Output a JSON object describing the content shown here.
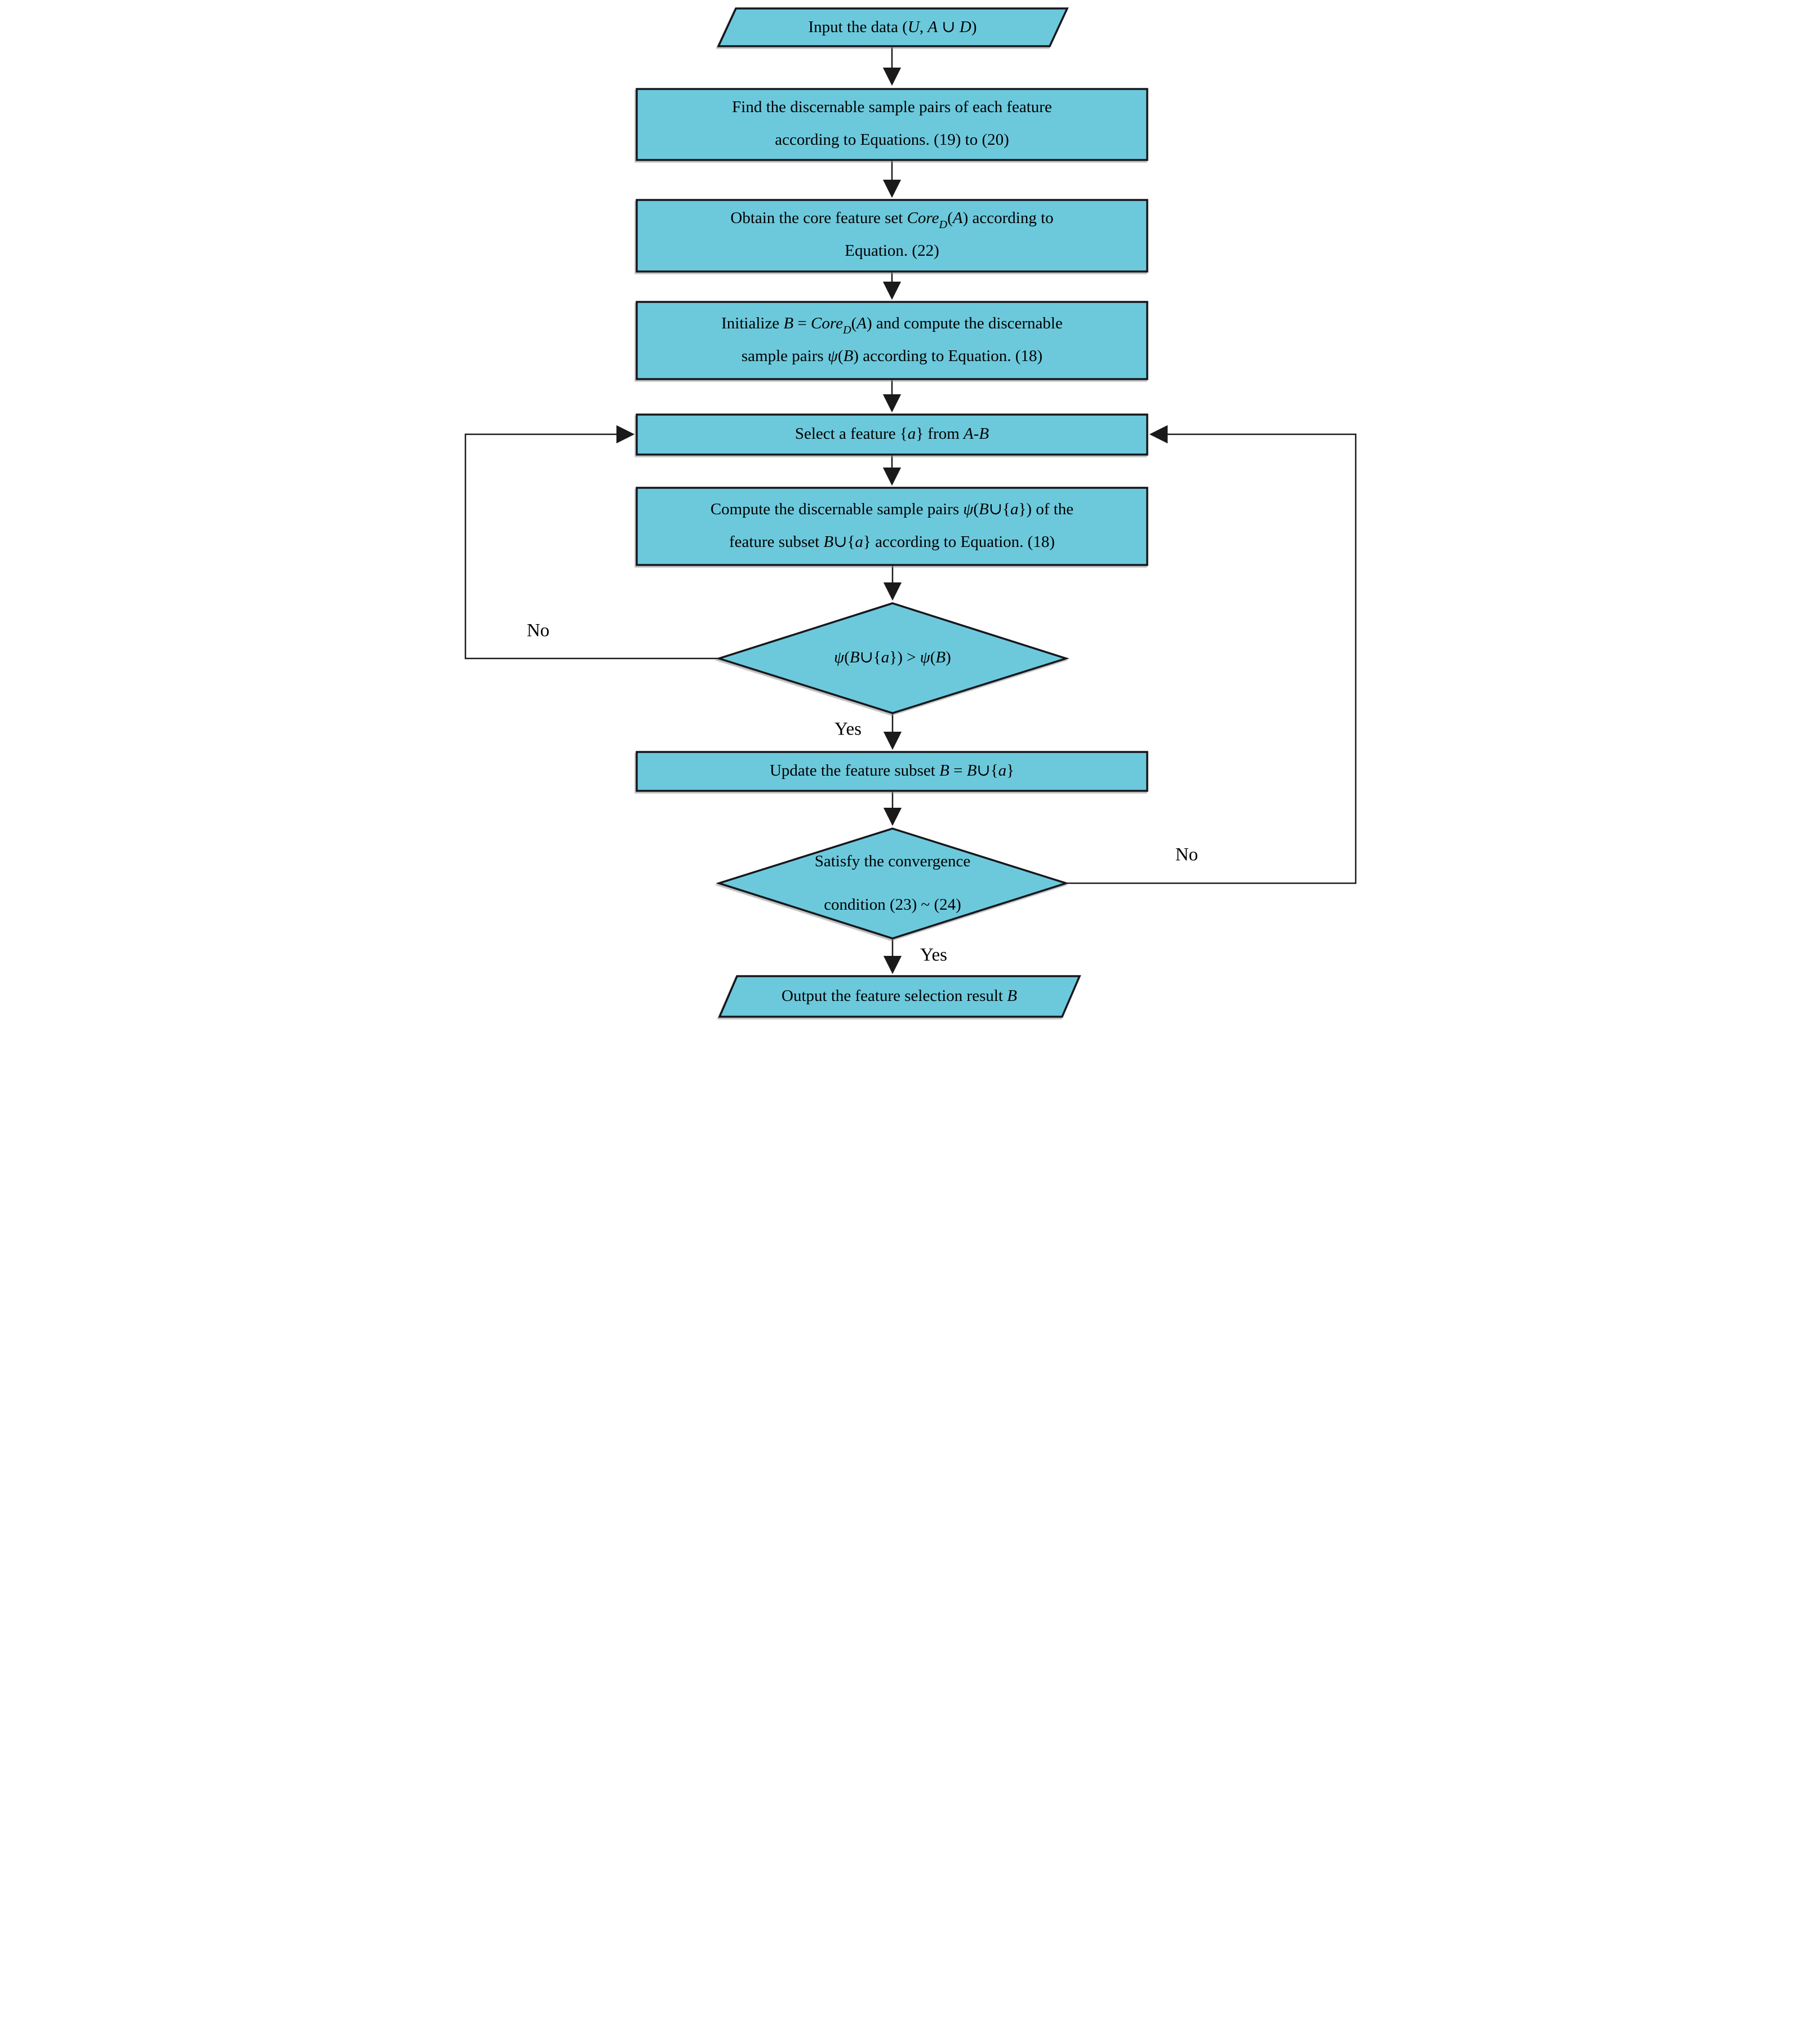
{
  "figure": {
    "type": "flowchart",
    "description": "Feature selection algorithm flowchart"
  },
  "colors": {
    "node_fill": "#6CC9DC",
    "node_stroke": "#17171b",
    "connector": "#1a1a1a",
    "text": "#000000",
    "background": "#ffffff"
  },
  "nodes": {
    "input": {
      "shape": "parallelogram",
      "lines": [
        [
          {
            "t": "Input the data ("
          },
          {
            "t": "U",
            "i": true
          },
          {
            "t": ", "
          },
          {
            "t": "A",
            "i": true
          },
          {
            "t": " ∪ "
          },
          {
            "t": "D",
            "i": true
          },
          {
            "t": ")"
          }
        ]
      ]
    },
    "find": {
      "shape": "rectangle",
      "lines": [
        [
          {
            "t": "Find the discernable sample pairs of each feature"
          }
        ],
        [
          {
            "t": "according to Equations. (19) to (20)"
          }
        ]
      ]
    },
    "obtain": {
      "shape": "rectangle",
      "lines": [
        [
          {
            "t": "Obtain the core feature set "
          },
          {
            "t": "Core",
            "i": true
          },
          {
            "t": "D",
            "i": true,
            "sub": true
          },
          {
            "t": "("
          },
          {
            "t": "A",
            "i": true
          },
          {
            "t": ") according to"
          }
        ],
        [
          {
            "t": "Equation. (22)"
          }
        ]
      ]
    },
    "initialize": {
      "shape": "rectangle",
      "lines": [
        [
          {
            "t": "Initialize "
          },
          {
            "t": "B",
            "i": true
          },
          {
            "t": " = "
          },
          {
            "t": "Core",
            "i": true
          },
          {
            "t": "D",
            "i": true,
            "sub": true
          },
          {
            "t": "("
          },
          {
            "t": "A",
            "i": true
          },
          {
            "t": ") and compute the discernable"
          }
        ],
        [
          {
            "t": "sample pairs "
          },
          {
            "t": "ψ",
            "i": true
          },
          {
            "t": "("
          },
          {
            "t": "B",
            "i": true
          },
          {
            "t": ") according to Equation. (18)"
          }
        ]
      ]
    },
    "select": {
      "shape": "rectangle",
      "lines": [
        [
          {
            "t": "Select a feature {"
          },
          {
            "t": "a",
            "i": true
          },
          {
            "t": "} from "
          },
          {
            "t": "A",
            "i": true
          },
          {
            "t": "-"
          },
          {
            "t": "B",
            "i": true
          }
        ]
      ]
    },
    "compute": {
      "shape": "rectangle",
      "lines": [
        [
          {
            "t": "Compute the discernable sample pairs "
          },
          {
            "t": "ψ",
            "i": true
          },
          {
            "t": "("
          },
          {
            "t": "B",
            "i": true
          },
          {
            "t": "∪{"
          },
          {
            "t": "a",
            "i": true
          },
          {
            "t": "}) of the"
          }
        ],
        [
          {
            "t": "feature subset "
          },
          {
            "t": "B",
            "i": true
          },
          {
            "t": "∪{"
          },
          {
            "t": "a",
            "i": true
          },
          {
            "t": "} according to Equation. (18)"
          }
        ]
      ]
    },
    "decision1": {
      "shape": "diamond",
      "lines": [
        [
          {
            "t": "ψ",
            "i": true
          },
          {
            "t": "("
          },
          {
            "t": "B",
            "i": true
          },
          {
            "t": "∪{"
          },
          {
            "t": "a",
            "i": true
          },
          {
            "t": "}) > "
          },
          {
            "t": "ψ",
            "i": true
          },
          {
            "t": "("
          },
          {
            "t": "B",
            "i": true
          },
          {
            "t": ")"
          }
        ]
      ]
    },
    "update": {
      "shape": "rectangle",
      "lines": [
        [
          {
            "t": "Update the feature subset "
          },
          {
            "t": "B",
            "i": true
          },
          {
            "t": " = "
          },
          {
            "t": "B",
            "i": true
          },
          {
            "t": "∪{"
          },
          {
            "t": "a",
            "i": true
          },
          {
            "t": "}"
          }
        ]
      ]
    },
    "decision2": {
      "shape": "diamond",
      "lines": [
        [
          {
            "t": "Satisfy the convergence"
          }
        ],
        [
          {
            "t": "condition (23) ~ (24)"
          }
        ]
      ]
    },
    "output": {
      "shape": "parallelogram",
      "lines": [
        [
          {
            "t": "Output the feature selection result "
          },
          {
            "t": "B",
            "i": true
          }
        ]
      ]
    }
  },
  "labels": {
    "yes1": "Yes",
    "no1": "No",
    "yes2": "Yes",
    "no2": "No"
  }
}
